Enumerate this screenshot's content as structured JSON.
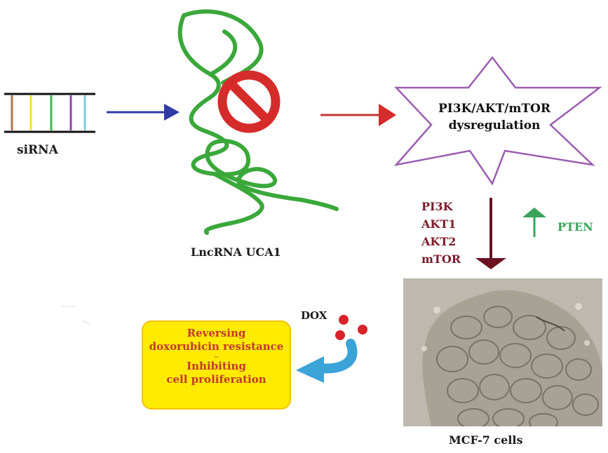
{
  "labels": {
    "sirna": "siRNA",
    "lncrna": "LncRNA UCA1",
    "pathway_line1": "PI3K/AKT/mTOR",
    "pathway_line2": "dysregulation",
    "pten": "PTEN",
    "dox": "DOX",
    "cells": "MCF-7 cells"
  },
  "markers": [
    "PI3K",
    "AKT1",
    "AKT2",
    "mTOR"
  ],
  "outcomes": {
    "line1": "Reversing",
    "line2": "doxorubicin resistance",
    "separator": "--",
    "line3": "Inhibiting",
    "line4": "cell proliferation"
  },
  "colors": {
    "sirna_rungs": [
      "#b5734f",
      "#f0e03a",
      "#3cb84a",
      "#8e44ad",
      "#7ec8e3"
    ],
    "blue_arrow": "#2d3aa8",
    "red_arrow": "#c43535",
    "rna_strand": "#3aa83a",
    "inhibit_sign": "#d62b2b",
    "star_outline": "#9b5db0",
    "down_arrow": "#6b1222",
    "pten_arrow": "#3aa35a",
    "dox_dots": "#d8232a",
    "curved_arrow": "#3aa3d8",
    "outcome_fill": "#ffea00"
  },
  "icons": {
    "inhibit": "prohibition-sign-icon",
    "up": "up-arrow-icon",
    "down": "down-arrow-icon"
  }
}
